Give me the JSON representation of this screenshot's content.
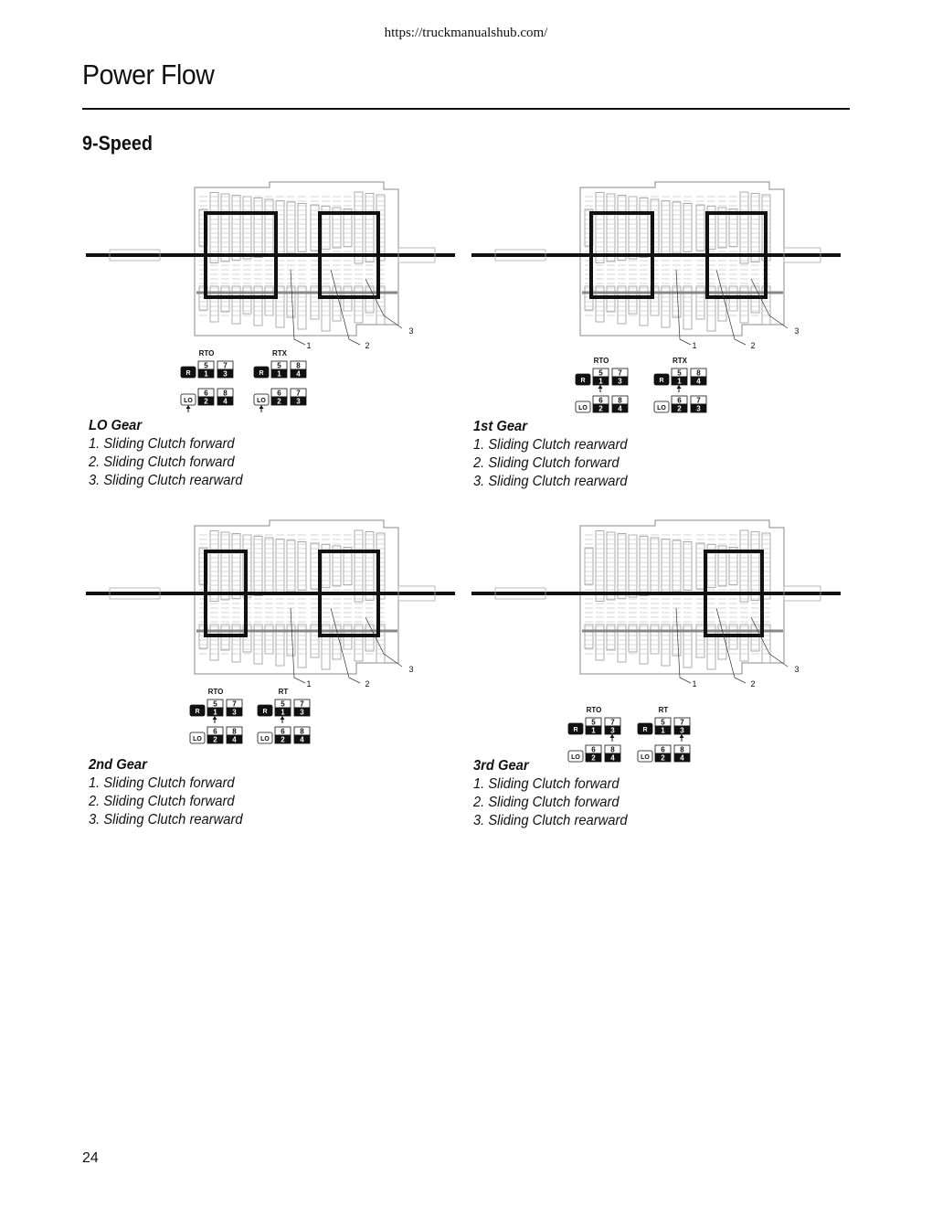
{
  "header": {
    "url": "https://truckmanualshub.com/"
  },
  "page": {
    "title": "Power Flow",
    "section": "9-Speed",
    "number": "24"
  },
  "panels": [
    {
      "gear": "LO Gear",
      "steps": [
        "1. Sliding Clutch forward",
        "2. Sliding Clutch forward",
        "3. Sliding Clutch rearward"
      ],
      "callouts": [
        "1",
        "2",
        "3"
      ],
      "left_label": "RTO",
      "right_label": "RTX",
      "left_top": [
        "R",
        "5",
        "7"
      ],
      "left_mid": [
        "",
        "1",
        "3"
      ],
      "left_bot": [
        "LO",
        "6",
        "8"
      ],
      "left_bot2": [
        "",
        "2",
        "4"
      ],
      "right_top": [
        "R",
        "5",
        "8"
      ],
      "right_mid": [
        "",
        "1",
        "4"
      ],
      "right_bot": [
        "LO",
        "6",
        "7"
      ],
      "right_bot2": [
        "",
        "2",
        "3"
      ]
    },
    {
      "gear": "1st Gear",
      "steps": [
        "1. Sliding Clutch rearward",
        "2. Sliding Clutch forward",
        "3. Sliding Clutch rearward"
      ],
      "callouts": [
        "1",
        "2",
        "3"
      ],
      "left_label": "RTO",
      "right_label": "RTX",
      "left_top": [
        "R",
        "5",
        "7"
      ],
      "left_mid": [
        "",
        "1",
        "3"
      ],
      "left_bot": [
        "LO",
        "6",
        "8"
      ],
      "left_bot2": [
        "",
        "2",
        "4"
      ],
      "right_top": [
        "R",
        "5",
        "8"
      ],
      "right_mid": [
        "",
        "1",
        "4"
      ],
      "right_bot": [
        "LO",
        "6",
        "7"
      ],
      "right_bot2": [
        "",
        "2",
        "3"
      ]
    },
    {
      "gear": "2nd Gear",
      "steps": [
        "1. Sliding Clutch forward",
        "2. Sliding Clutch forward",
        "3. Sliding Clutch rearward"
      ],
      "callouts": [
        "1",
        "2",
        "3"
      ],
      "left_label": "RTO",
      "right_label": "RT",
      "left_top": [
        "R",
        "5",
        "7"
      ],
      "left_mid": [
        "",
        "1",
        "3"
      ],
      "left_bot": [
        "LO",
        "6",
        "8"
      ],
      "left_bot2": [
        "",
        "2",
        "4"
      ],
      "right_top": [
        "R",
        "5",
        "7"
      ],
      "right_mid": [
        "",
        "1",
        "3"
      ],
      "right_bot": [
        "LO",
        "6",
        "8"
      ],
      "right_bot2": [
        "",
        "2",
        "4"
      ]
    },
    {
      "gear": "3rd Gear",
      "steps": [
        "1. Sliding Clutch forward",
        "2. Sliding Clutch forward",
        "3. Sliding Clutch rearward"
      ],
      "callouts": [
        "1",
        "2",
        "3"
      ],
      "left_label": "RTO",
      "right_label": "RT",
      "left_top": [
        "R",
        "5",
        "7"
      ],
      "left_mid": [
        "",
        "1",
        "3"
      ],
      "left_bot": [
        "LO",
        "6",
        "8"
      ],
      "left_bot2": [
        "",
        "2",
        "4"
      ],
      "right_top": [
        "R",
        "5",
        "7"
      ],
      "right_mid": [
        "",
        "1",
        "3"
      ],
      "right_bot": [
        "LO",
        "6",
        "8"
      ],
      "right_bot2": [
        "",
        "2",
        "4"
      ]
    }
  ]
}
